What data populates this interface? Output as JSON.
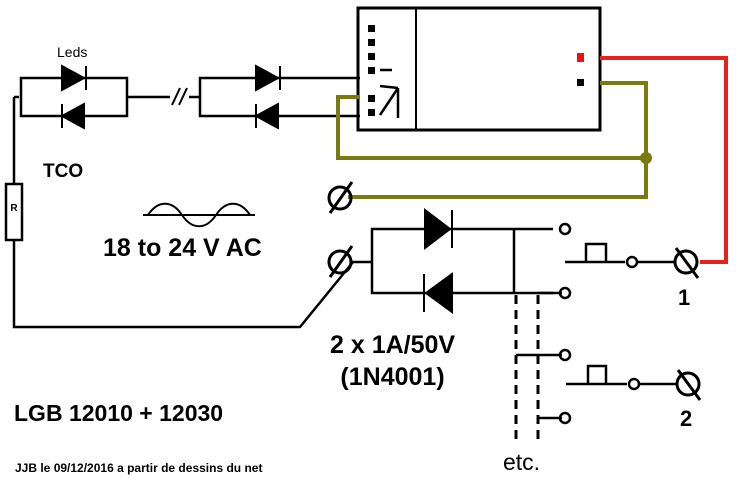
{
  "labels": {
    "leds": "Leds",
    "tco": "TCO",
    "resistor": "R",
    "voltage": "18 to 24 V AC",
    "diodes_line1": "2 x 1A/50V",
    "diodes_line2": "(1N4001)",
    "output_1": "1",
    "output_2": "2",
    "model": "LGB 12010 + 12030",
    "etc": "etc.",
    "credit": "JJB le 09/12/2016 a partir de dessins du net"
  },
  "colors": {
    "wire": "#000000",
    "wire_red": "#e8201f",
    "wire_olive": "#7a7a12",
    "led_red_mark": "#ee1111",
    "background": "#ffffff"
  }
}
